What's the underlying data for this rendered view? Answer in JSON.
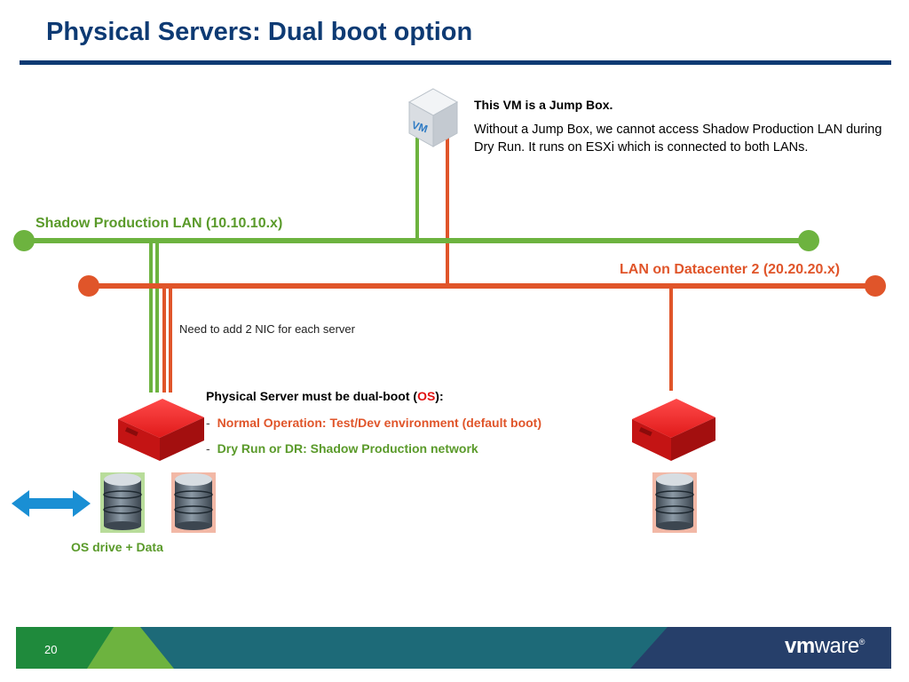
{
  "title": "Physical Servers: Dual boot option",
  "jump_box": {
    "heading": "This VM is a Jump Box.",
    "description": "Without a Jump Box, we cannot access Shadow Production LAN during Dry Run. It runs on ESXi which is connected to both LANs.",
    "vm_icon_label": "VM"
  },
  "lans": {
    "shadow": "Shadow Production LAN (10.10.10.x)",
    "datacenter": "LAN on Datacenter 2 (20.20.20.x)"
  },
  "nic_note": "Need to add 2 NIC for each server",
  "physical_server": {
    "heading_prefix": "Physical Server must be dual-boot (",
    "heading_os": "OS",
    "heading_suffix": "):",
    "bullets": [
      "Normal Operation: Test/Dev environment (default boot)",
      "Dry Run or DR: Shadow Production network"
    ]
  },
  "os_drive_label": "OS drive + Data",
  "footer": {
    "page_number": "20",
    "logo_prefix": "vm",
    "logo_suffix": "ware",
    "logo_mark": "®"
  },
  "colors": {
    "title": "#0d3a73",
    "green": "#6db33f",
    "orange": "#e0552a",
    "server_red": "#e01a1a",
    "footer_teal": "#1d6a78",
    "footer_navy": "#263f6a",
    "footer_green": "#6db33f"
  },
  "icons": [
    "vm-box-icon",
    "server-icon",
    "database-icon",
    "bidirectional-arrow-icon"
  ]
}
